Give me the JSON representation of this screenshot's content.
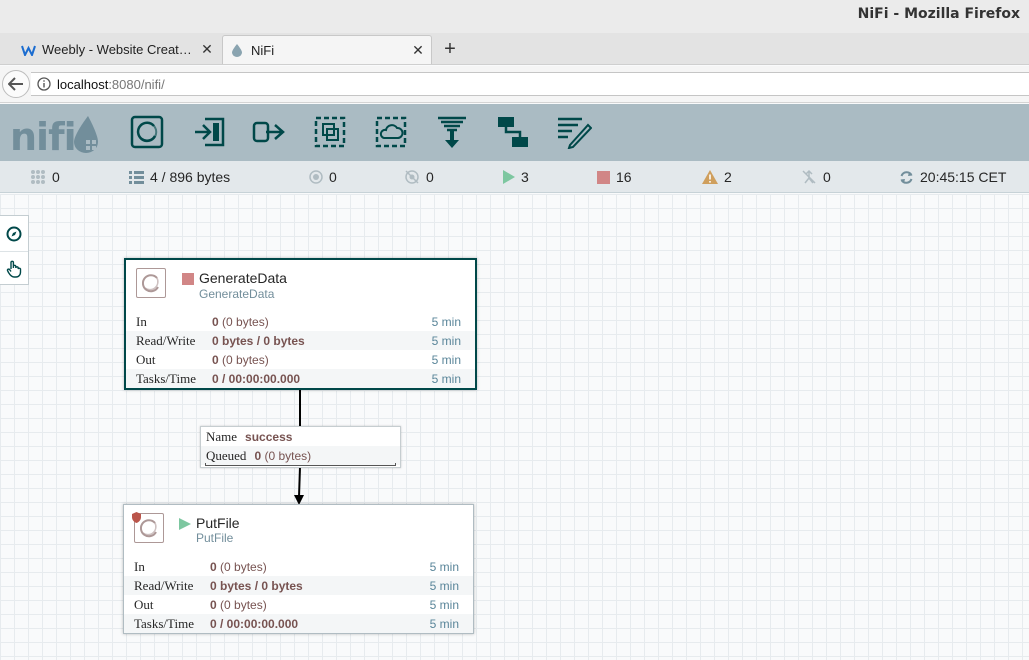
{
  "window": {
    "title": "NiFi - Mozilla Firefox"
  },
  "tabs": [
    {
      "label": "Weebly - Website Creat…",
      "active": false
    },
    {
      "label": "NiFi",
      "active": true
    }
  ],
  "address": {
    "host": "localhost",
    "rest": ":8080/nifi/"
  },
  "toolbar": {
    "tools": [
      "processor-icon",
      "input-port-icon",
      "output-port-icon",
      "process-group-icon",
      "remote-process-group-icon",
      "funnel-icon",
      "template-icon",
      "label-icon"
    ]
  },
  "status": {
    "active_threads": "0",
    "queued": "4 / 896 bytes",
    "transmitting": "0",
    "not_transmitting": "0",
    "running": "3",
    "stopped": "16",
    "invalid": "2",
    "disabled": "0",
    "last_refresh": "20:45:15 CET"
  },
  "colors": {
    "header": "#aabbc3",
    "nifi_dark": "#004849",
    "running": "#7dc7a0",
    "stopped": "#d18686",
    "warning": "#cf9f5d"
  },
  "processors": [
    {
      "name": "GenerateData",
      "type": "GenerateData",
      "state": "stopped",
      "rows": [
        {
          "label": "In",
          "value_bold": "0",
          "value_rest": " (0 bytes)",
          "time": "5 min"
        },
        {
          "label": "Read/Write",
          "value_bold": "0 bytes / 0 bytes",
          "value_rest": "",
          "time": "5 min"
        },
        {
          "label": "Out",
          "value_bold": "0",
          "value_rest": " (0 bytes)",
          "time": "5 min"
        },
        {
          "label": "Tasks/Time",
          "value_bold": "0 / 00:00:00.000",
          "value_rest": "",
          "time": "5 min"
        }
      ]
    },
    {
      "name": "PutFile",
      "type": "PutFile",
      "state": "running",
      "rows": [
        {
          "label": "In",
          "value_bold": "0",
          "value_rest": " (0 bytes)",
          "time": "5 min"
        },
        {
          "label": "Read/Write",
          "value_bold": "0 bytes / 0 bytes",
          "value_rest": "",
          "time": "5 min"
        },
        {
          "label": "Out",
          "value_bold": "0",
          "value_rest": " (0 bytes)",
          "time": "5 min"
        },
        {
          "label": "Tasks/Time",
          "value_bold": "0 / 00:00:00.000",
          "value_rest": "",
          "time": "5 min"
        }
      ]
    }
  ],
  "connection": {
    "name_label": "Name",
    "name": "success",
    "queued_label": "Queued",
    "queued_bold": "0",
    "queued_rest": " (0 bytes)"
  }
}
